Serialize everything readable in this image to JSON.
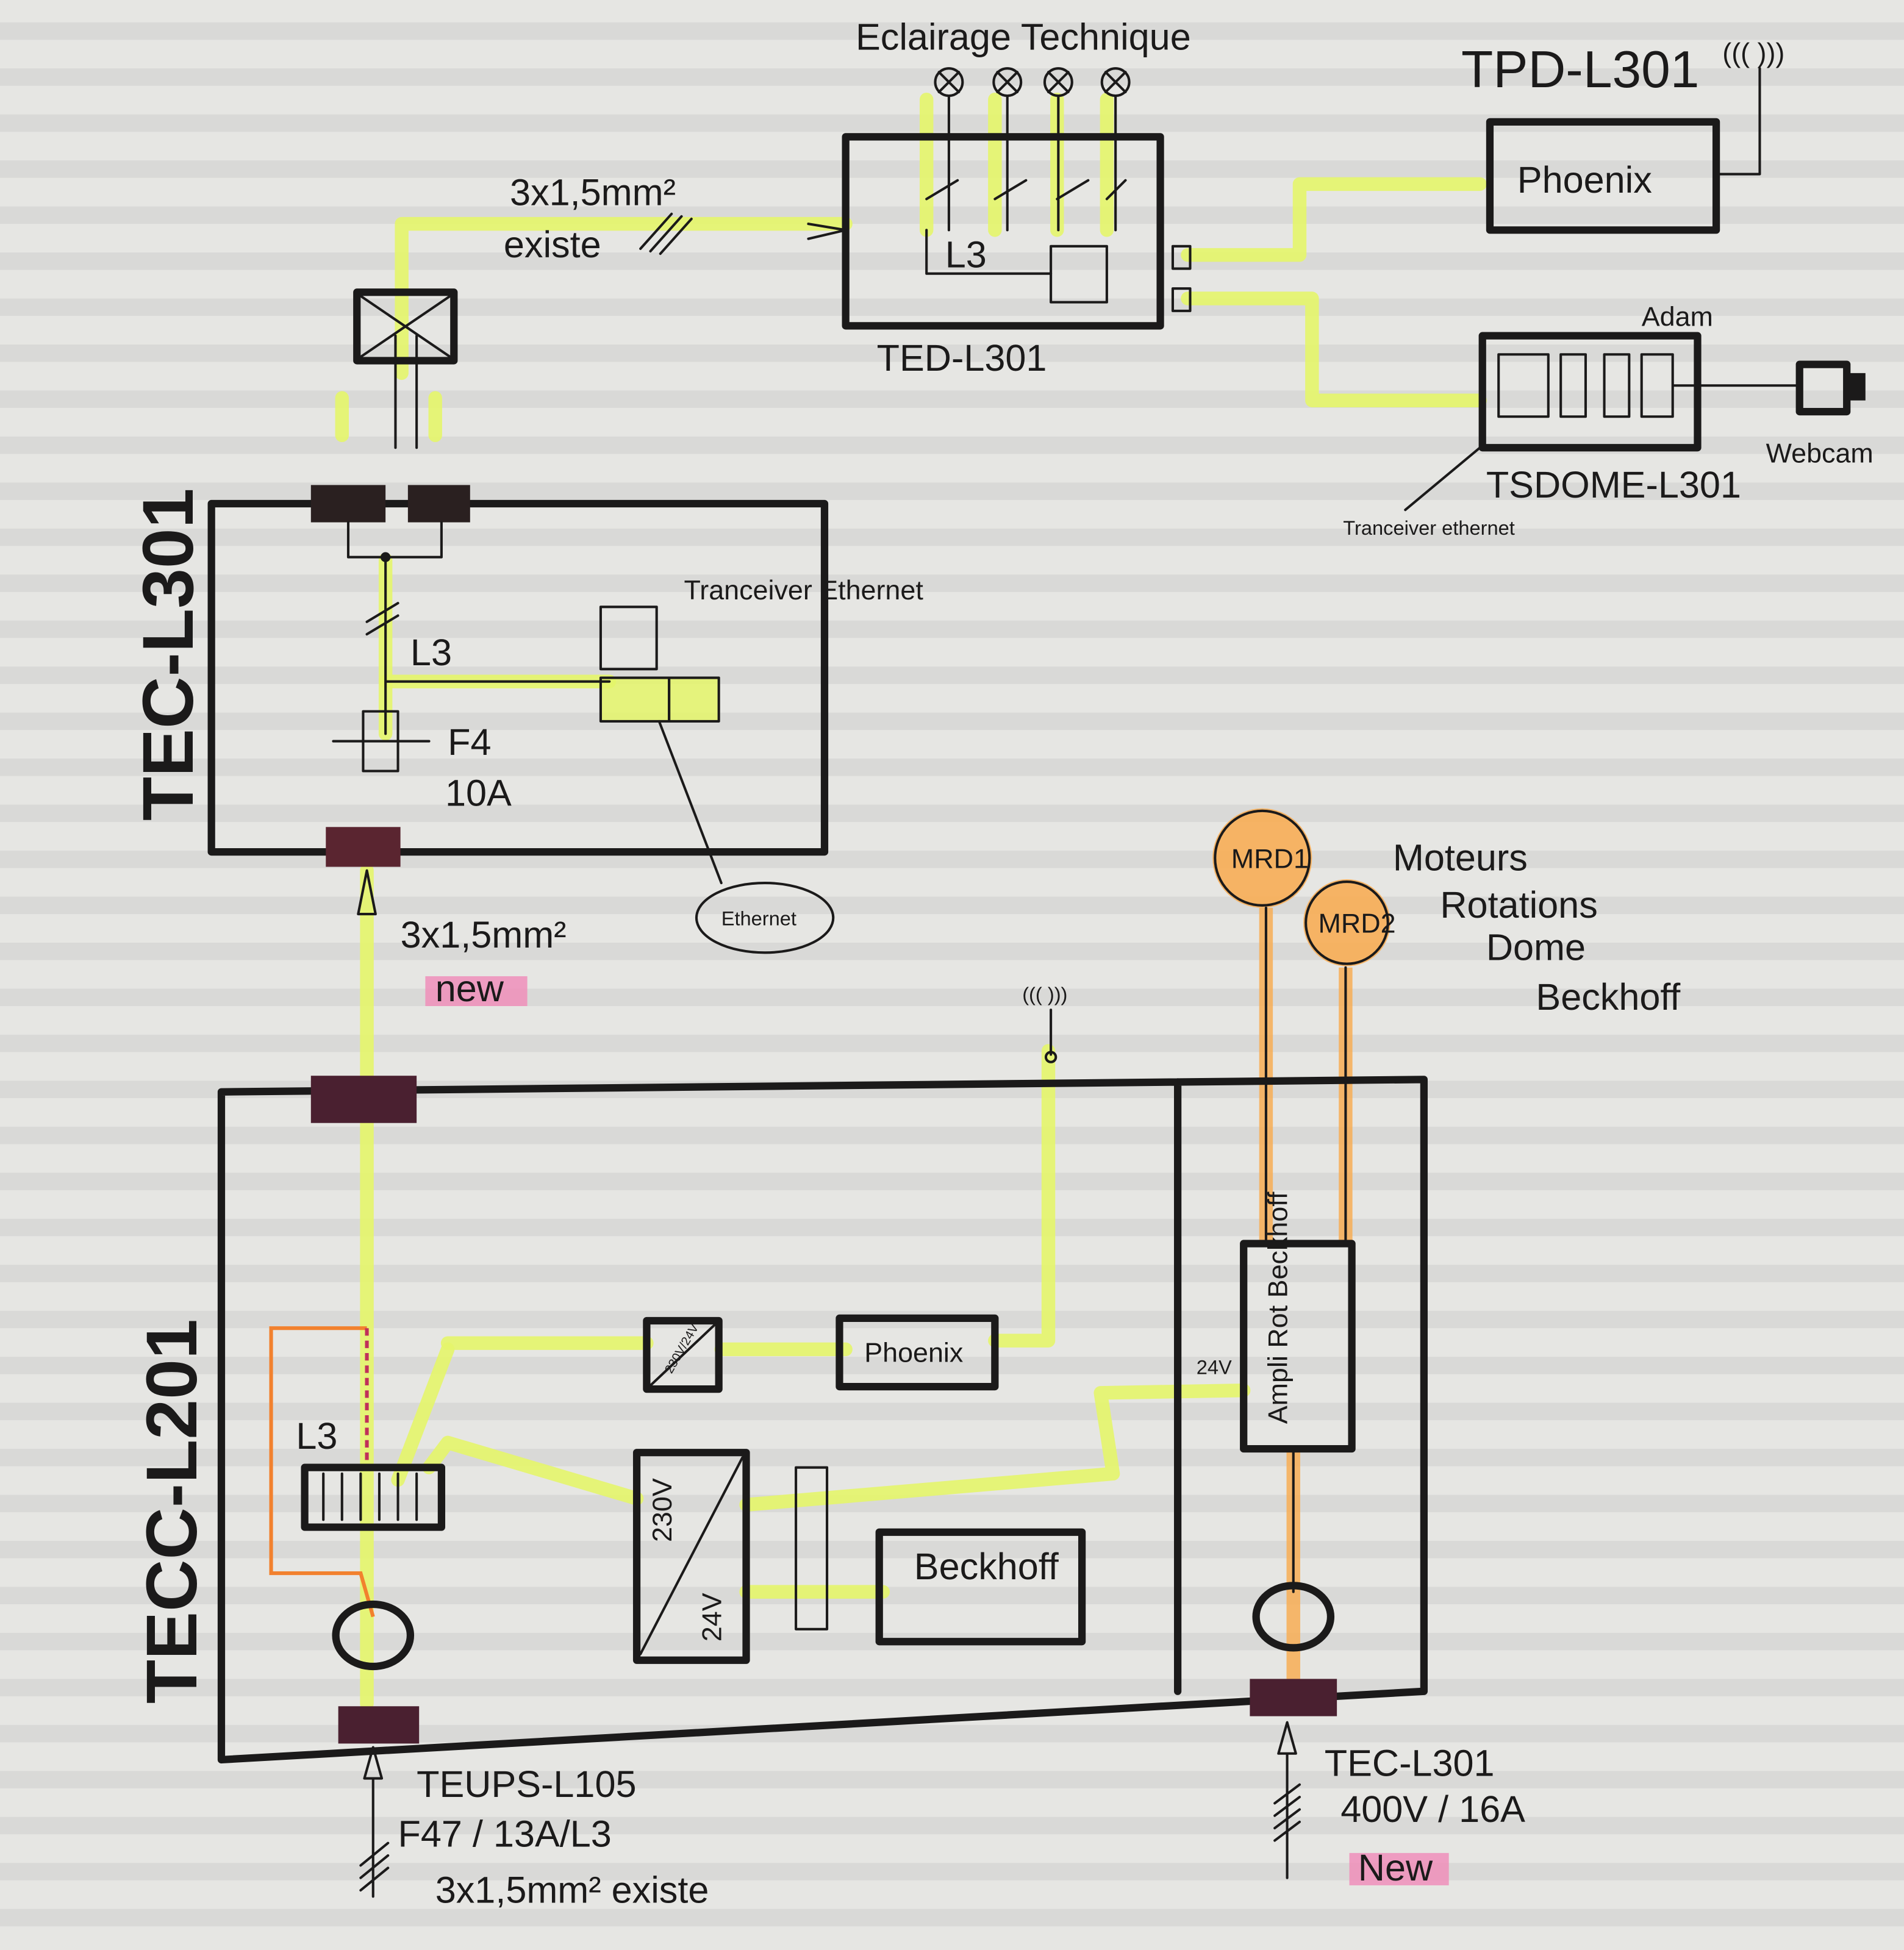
{
  "lighting": {
    "title": "Eclairage Technique"
  },
  "ted": {
    "label": "TED-L301",
    "phase": "L3"
  },
  "feed_top": {
    "cable": "3x1,5mm²",
    "status": "existe"
  },
  "tpd": {
    "label": "TPD-L301",
    "device": "Phoenix",
    "antenna": "((( )))"
  },
  "tsdome": {
    "label": "TSDOME-L301",
    "module": "Adam",
    "annotation": "Tranceiver ethernet"
  },
  "webcam": {
    "label": "Webcam"
  },
  "tec": {
    "label": "TEC-L301",
    "phase": "L3",
    "fuse": "F4",
    "fuse_rating": "10A",
    "transceiver": "Tranceiver Ethernet",
    "ethernet": "Ethernet"
  },
  "feed_mid": {
    "cable": "3x1,5mm²",
    "status": "new"
  },
  "tecc": {
    "label": "TECC-L201",
    "phase": "L3",
    "converter_small": "230V/24V",
    "phoenix": "Phoenix",
    "antenna": "((( )))",
    "converter_230": "230V",
    "converter_24": "24V",
    "beckhoff": "Beckhoff",
    "amp": "Ampli Rot Beckhoff",
    "amp_voltage": "24V"
  },
  "motors": {
    "mrd1": "MRD1",
    "mrd2": "MRD2",
    "note_lines": [
      "Moteurs",
      "Rotations",
      "Dome",
      "Beckhoff"
    ]
  },
  "feed_bottom_left": {
    "source": "TEUPS-L105",
    "fuse": "F47 / 13A/L3",
    "cable": "3x1,5mm² existe"
  },
  "feed_bottom_right": {
    "source": "TEC-L301",
    "rating": "400V / 16A",
    "status": "New"
  },
  "colors": {
    "highlight_yellow": "#e4f56a",
    "highlight_orange": "#f7ad55",
    "highlight_pink": "#f08ab8",
    "ink": "#1b1a1a"
  }
}
